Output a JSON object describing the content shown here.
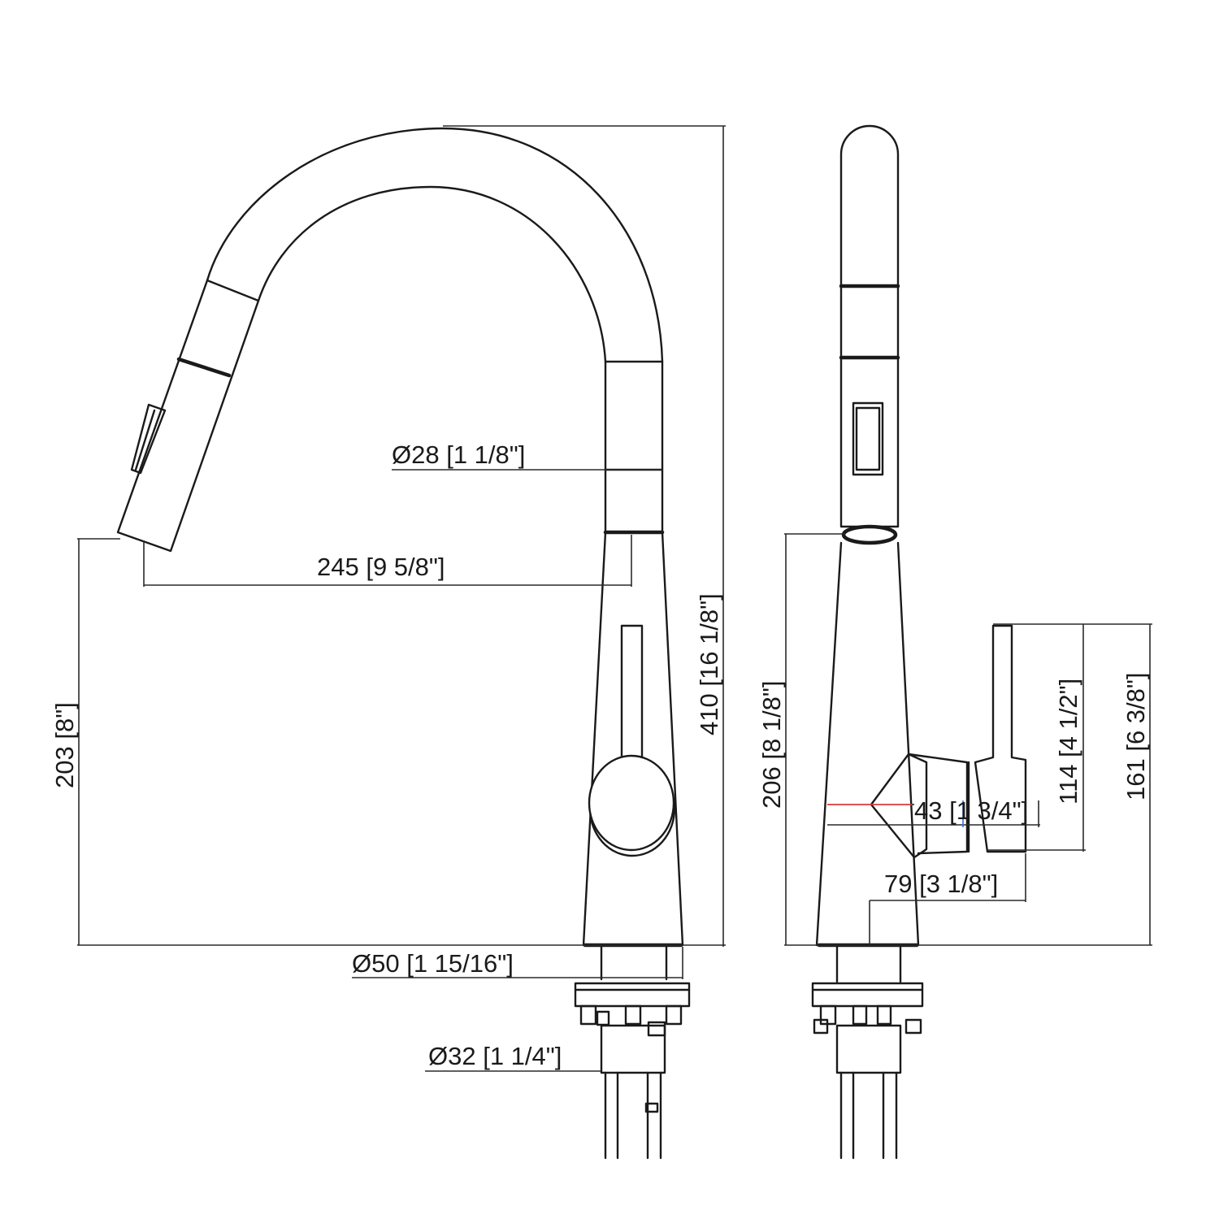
{
  "colors": {
    "line": "#1a1a1a",
    "background": "#ffffff",
    "accent": "#d63b3b"
  },
  "dimensions": {
    "spout_diameter": "Ø28 [1 1/8\"]",
    "reach": "245 [9 5/8\"]",
    "overall_height": "410 [16 1/8\"]",
    "spout_clearance": "203 [8\"]",
    "base_diameter": "Ø50 [1 15/16\"]",
    "shank_diameter": "Ø32 [1 1/4\"]",
    "side_spout_height": "206 [8 1/8\"]",
    "handle_offset": "43 [1 3/4\"]",
    "handle_depth": "79 [3 1/8\"]",
    "handle_lever_length": "114 [4 1/2\"]",
    "handle_top_height": "161 [6 3/8\"]"
  }
}
